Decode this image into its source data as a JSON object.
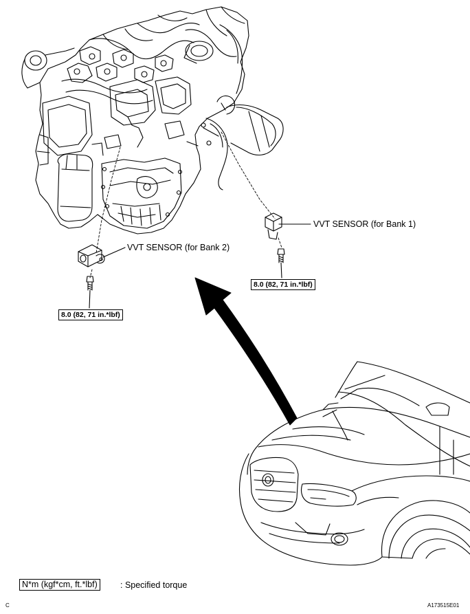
{
  "labels": {
    "vvt_bank1": "VVT SENSOR (for Bank 1)",
    "vvt_bank2": "VVT SENSOR (for Bank 2)"
  },
  "torque": {
    "bank1": "8.0 (82, 71 in.*lbf)",
    "bank2": "8.0 (82, 71 in.*lbf)"
  },
  "legend": {
    "unit": "N*m (kgf*cm, ft.*lbf)",
    "description": ": Specified torque"
  },
  "footer": {
    "corner_letter": "C",
    "figure_code": "A173515E01"
  }
}
